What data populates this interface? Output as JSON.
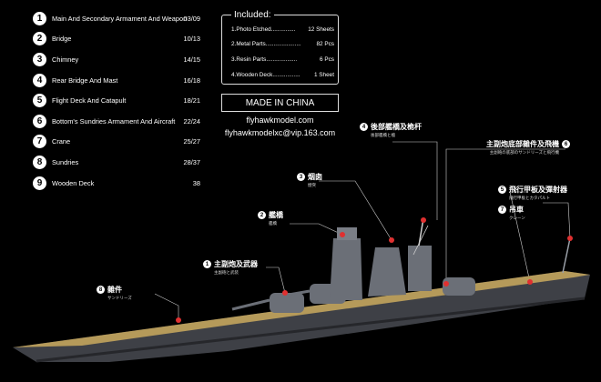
{
  "contents": [
    {
      "num": "1",
      "label": "Main And Secondary Armament And Weapon",
      "pages": "03/09"
    },
    {
      "num": "2",
      "label": "Bridge",
      "pages": "10/13"
    },
    {
      "num": "3",
      "label": "Chimney",
      "pages": "14/15"
    },
    {
      "num": "4",
      "label": "Rear Bridge And Mast",
      "pages": "16/18"
    },
    {
      "num": "5",
      "label": "Flight Deck And Catapult",
      "pages": "18/21"
    },
    {
      "num": "6",
      "label": "Bottom's Sundries Armament And Aircraft",
      "pages": "22/24"
    },
    {
      "num": "7",
      "label": "Crane",
      "pages": "25/27"
    },
    {
      "num": "8",
      "label": "Sundries",
      "pages": "28/37"
    },
    {
      "num": "9",
      "label": "Wooden Deck",
      "pages": "38"
    }
  ],
  "included": {
    "title": "Included:",
    "items": [
      {
        "label": "1.Photo Etched...............",
        "qty": "12 Sheets"
      },
      {
        "label": "2.Metal Parts......................",
        "qty": "82 Pcs"
      },
      {
        "label": "3.Resin Parts...................",
        "qty": "6 Pcs"
      },
      {
        "label": "4.Wooden Deck.................",
        "qty": "1 Sheet"
      }
    ]
  },
  "made_in": "MADE IN CHINA",
  "website": "flyhawkmodel.com",
  "email": "flyhawkmodelxc@vip.163.com",
  "callouts": [
    {
      "num": "1",
      "title": "主副炮及武器",
      "sub": "主副砲と武装"
    },
    {
      "num": "2",
      "title": "艦橋",
      "sub": "艦橋"
    },
    {
      "num": "3",
      "title": "烟囱",
      "sub": "煙突"
    },
    {
      "num": "4",
      "title": "後部艦橋及桅杆",
      "sub": "後部艦橋と檣"
    },
    {
      "num": "5",
      "title": "飛行甲板及彈射器",
      "sub": "飛行甲板とカタパルト"
    },
    {
      "num": "6",
      "title": "主副炮底部雜件及飛機",
      "sub": "主副砲の底部のサンドリーズと飛行機"
    },
    {
      "num": "7",
      "title": "吊車",
      "sub": "クレーン"
    },
    {
      "num": "8",
      "title": "雜件",
      "sub": "サンドリーズ"
    }
  ],
  "colors": {
    "hull": "#3e4046",
    "deck": "#b59a5a",
    "superstructure": "#6b6f77",
    "marker": "#e03030"
  }
}
